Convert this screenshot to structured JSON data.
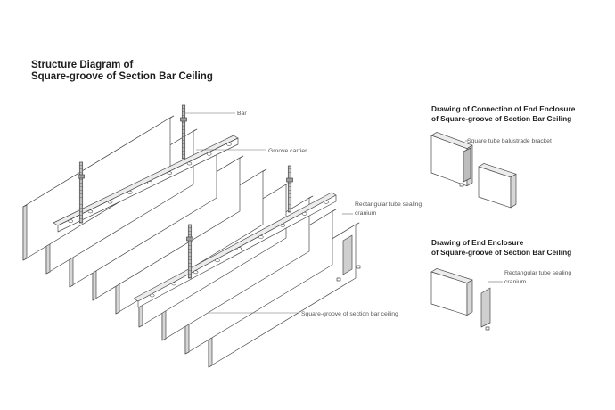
{
  "main_title": {
    "line1": "Structure Diagram of",
    "line2": "Square-groove of Section Bar Ceiling"
  },
  "connection_title": {
    "line1": "Drawing of Connection of End Enclosure",
    "line2": "of Square-groove of Section Bar Ceiling"
  },
  "end_title": {
    "line1": "Drawing of End Enclosure",
    "line2": "of Square-groove of Section Bar Ceiling"
  },
  "labels": {
    "bar": "Bar",
    "groove_carrier": "Groove carrier",
    "rect_tube_1": "Rectangular tube sealing",
    "rect_tube_1b": "cranium",
    "square_groove": "Square-groove of section bar ceiling",
    "bracket": "Square tube balustrade bracket",
    "rect_tube_2": "Rectangular tube sealing",
    "rect_tube_2b": "cranium"
  },
  "colors": {
    "line": "#4a4a4a",
    "face_front": "#ffffff",
    "face_side": "#d7d7d7",
    "face_top": "#ececec"
  }
}
